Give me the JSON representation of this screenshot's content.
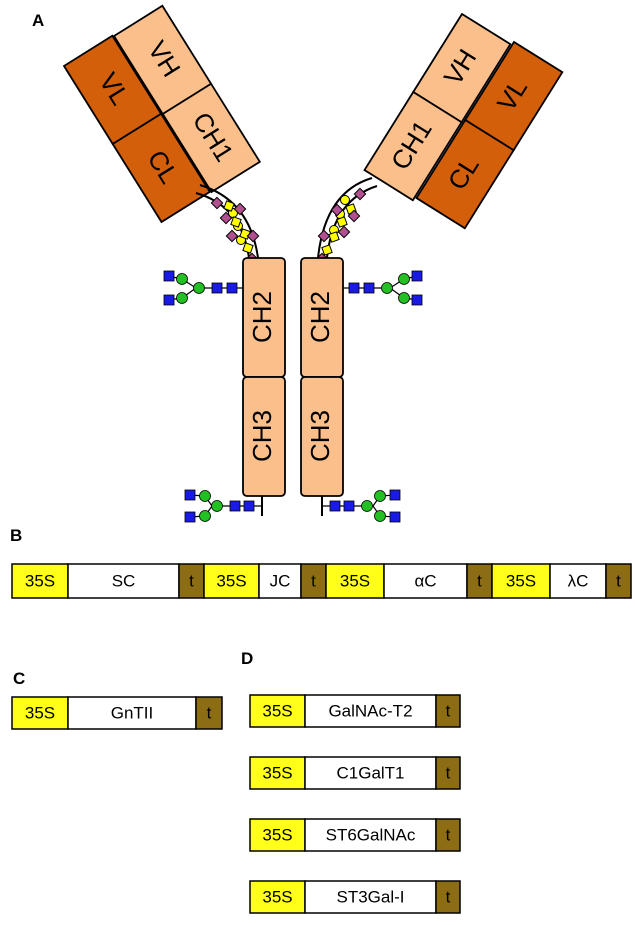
{
  "panels": {
    "a": "A",
    "b": "B",
    "c": "C",
    "d": "D"
  },
  "antibody": {
    "chains": {
      "vl": "VL",
      "cl": "CL",
      "vh": "VH",
      "ch1": "CH1",
      "ch2": "CH2",
      "ch3": "CH3"
    }
  },
  "construct_b": {
    "segments": [
      "35S",
      "SC",
      "t",
      "35S",
      "JC",
      "t",
      "35S",
      "αC",
      "t",
      "35S",
      "λC",
      "t"
    ]
  },
  "construct_c": {
    "segments": [
      "35S",
      "GnTII",
      "t"
    ]
  },
  "constructs_d": [
    {
      "segments": [
        "35S",
        "GalNAc-T2",
        "t"
      ]
    },
    {
      "segments": [
        "35S",
        "C1GalT1",
        "t"
      ]
    },
    {
      "segments": [
        "35S",
        "ST6GalNAc",
        "t"
      ]
    },
    {
      "segments": [
        "35S",
        "ST3Gal-I",
        "t"
      ]
    }
  ],
  "colors": {
    "light_chain": "#d35f0a",
    "heavy_chain": "#fbbf8c",
    "promoter": "#ffff1a",
    "terminator": "#8c6d14",
    "coding": "#ffffff",
    "glcnac": "#1a1ae6",
    "mannose": "#22c022",
    "galnac": "#ffff00",
    "galactose": "#ffff00",
    "sialic_acid": "#b0508e"
  }
}
